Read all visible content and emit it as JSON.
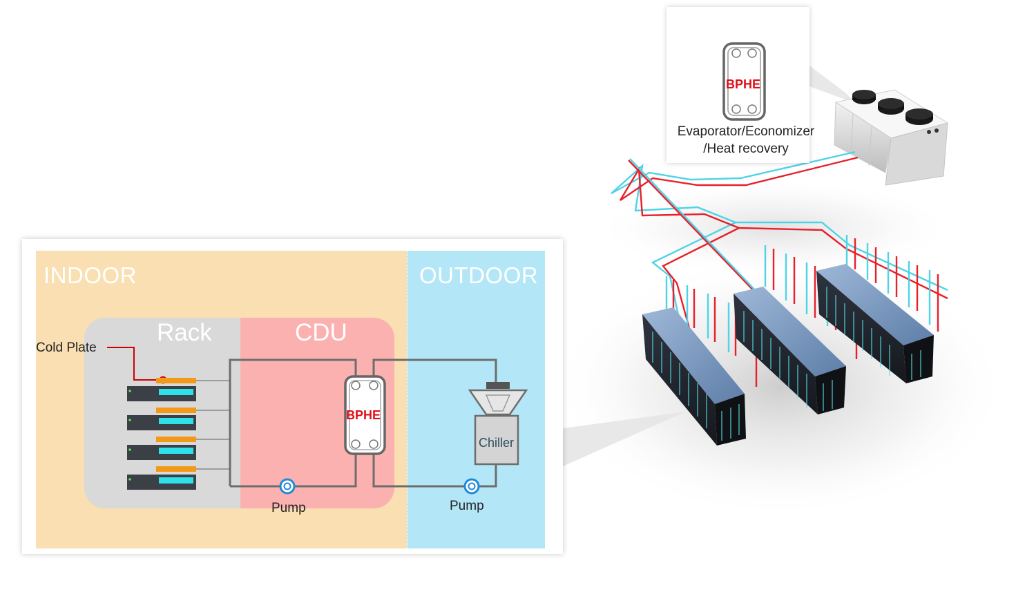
{
  "inset": {
    "zones": {
      "indoor": "INDOOR",
      "outdoor": "OUTDOOR"
    },
    "boxes": {
      "rack": "Rack",
      "cdu": "CDU"
    },
    "cold_plate": "Cold Plate",
    "bphe": "BPHE",
    "chiller": "Chiller",
    "pump_indoor": "Pump",
    "pump_outdoor": "Pump"
  },
  "callout": {
    "bphe": "BPHE",
    "caption_line1": "Evaporator/Economizer",
    "caption_line2": "/Heat recovery"
  },
  "colors": {
    "indoor_zone": "#f9dfb1",
    "outdoor_zone": "#b3e6f7",
    "rack_box": "#d9d9d9",
    "cdu_box": "#fcb1b1",
    "hot_pipe": "#e8202a",
    "cold_pipe": "#4fd3e6",
    "accent_red": "#e0101a"
  }
}
